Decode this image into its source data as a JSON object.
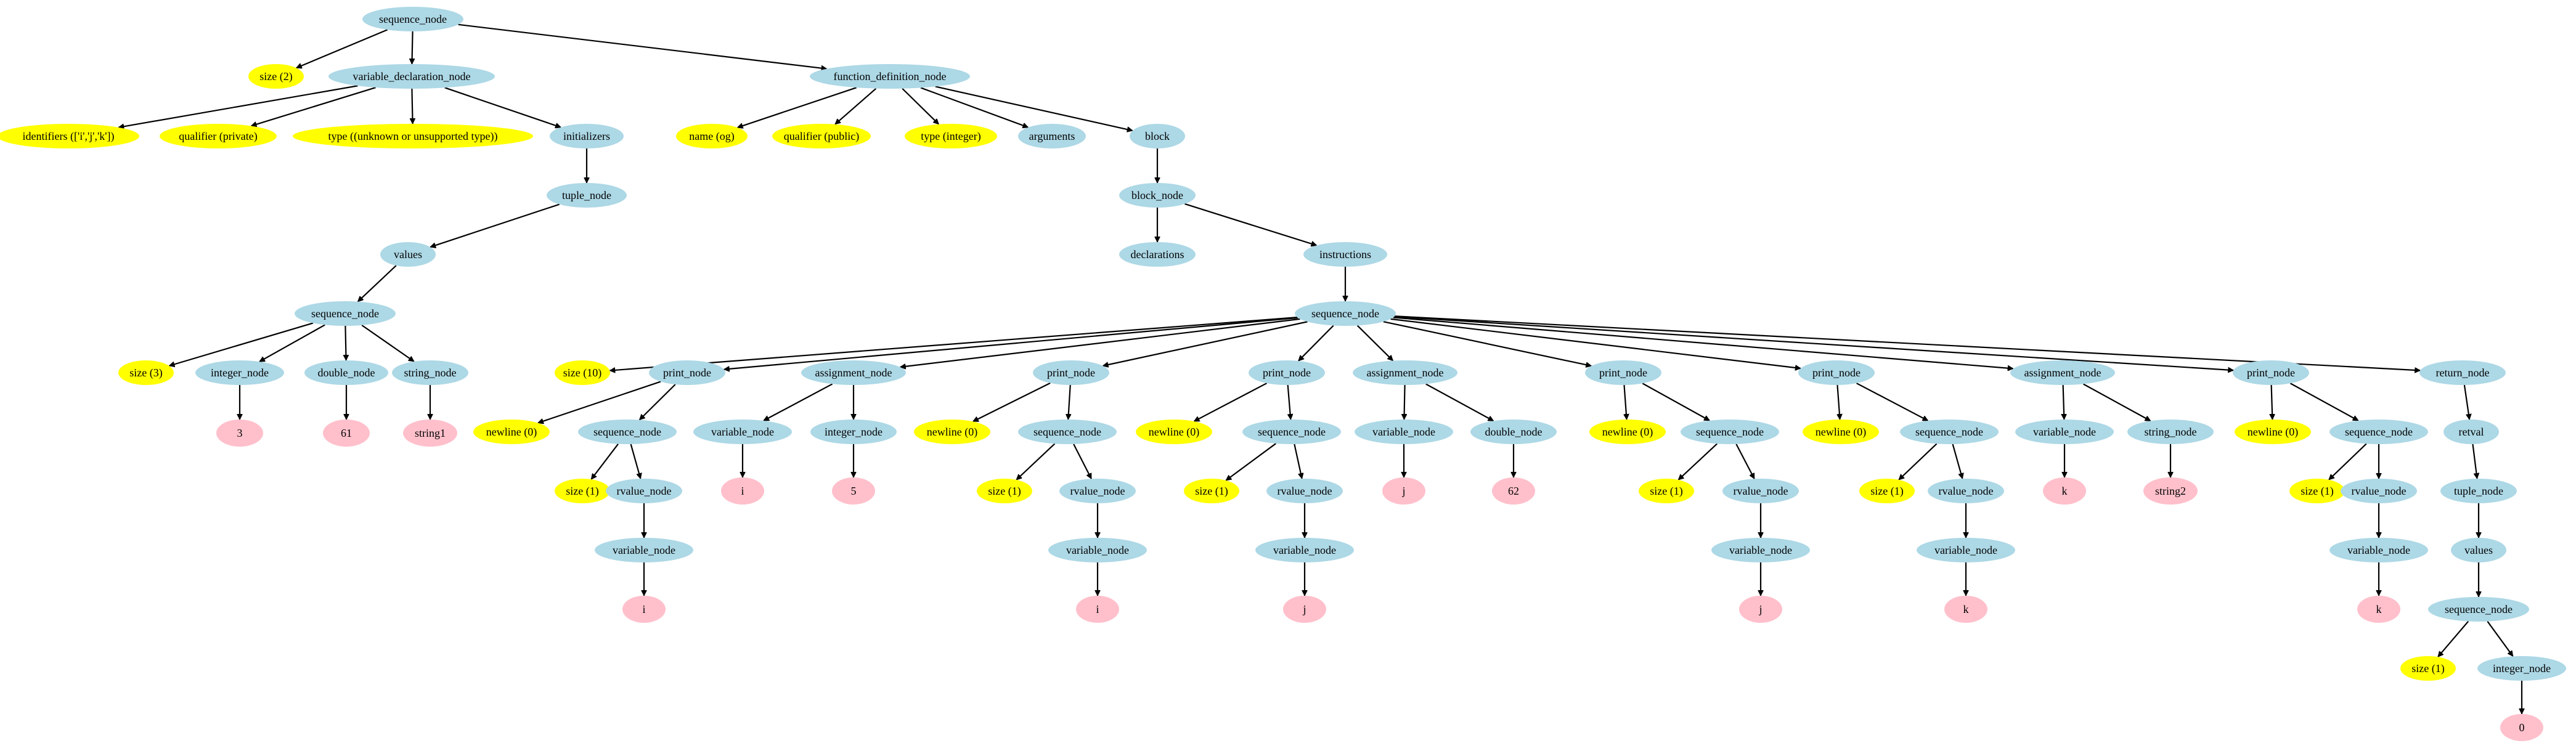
{
  "diagram": {
    "type": "tree",
    "colors": {
      "internal": "#add8e6",
      "attribute": "#ffff00",
      "leaf": "#ffc0cb",
      "edge": "#000000"
    },
    "nodes": [
      {
        "id": "n0",
        "label": "sequence_node",
        "kind": "internal"
      },
      {
        "id": "n1",
        "label": "size (2)",
        "kind": "attribute"
      },
      {
        "id": "n2",
        "label": "variable_declaration_node",
        "kind": "internal"
      },
      {
        "id": "n3",
        "label": "function_definition_node",
        "kind": "internal"
      },
      {
        "id": "n4",
        "label": "identifiers (['i','j','k'])",
        "kind": "attribute"
      },
      {
        "id": "n5",
        "label": "qualifier (private)",
        "kind": "attribute"
      },
      {
        "id": "n6",
        "label": "type ((unknown or unsupported type))",
        "kind": "attribute"
      },
      {
        "id": "n7",
        "label": "initializers",
        "kind": "internal"
      },
      {
        "id": "n8",
        "label": "tuple_node",
        "kind": "internal"
      },
      {
        "id": "n9",
        "label": "values",
        "kind": "internal"
      },
      {
        "id": "n10",
        "label": "sequence_node",
        "kind": "internal"
      },
      {
        "id": "n11",
        "label": "size (3)",
        "kind": "attribute"
      },
      {
        "id": "n12",
        "label": "integer_node",
        "kind": "internal"
      },
      {
        "id": "n13",
        "label": "double_node",
        "kind": "internal"
      },
      {
        "id": "n14",
        "label": "string_node",
        "kind": "internal"
      },
      {
        "id": "n15",
        "label": "3",
        "kind": "leaf"
      },
      {
        "id": "n16",
        "label": "61",
        "kind": "leaf"
      },
      {
        "id": "n17",
        "label": "string1",
        "kind": "leaf"
      },
      {
        "id": "n18",
        "label": "name (og)",
        "kind": "attribute"
      },
      {
        "id": "n19",
        "label": "qualifier (public)",
        "kind": "attribute"
      },
      {
        "id": "n20",
        "label": "type (integer)",
        "kind": "attribute"
      },
      {
        "id": "n21",
        "label": "arguments",
        "kind": "internal"
      },
      {
        "id": "n22",
        "label": "block",
        "kind": "internal"
      },
      {
        "id": "n23",
        "label": "block_node",
        "kind": "internal"
      },
      {
        "id": "n24",
        "label": "declarations",
        "kind": "internal"
      },
      {
        "id": "n25",
        "label": "instructions",
        "kind": "internal"
      },
      {
        "id": "n26",
        "label": "sequence_node",
        "kind": "internal"
      },
      {
        "id": "n27",
        "label": "size (10)",
        "kind": "attribute"
      },
      {
        "id": "n28",
        "label": "print_node",
        "kind": "internal"
      },
      {
        "id": "n29",
        "label": "newline (0)",
        "kind": "attribute"
      },
      {
        "id": "n30",
        "label": "sequence_node",
        "kind": "internal"
      },
      {
        "id": "n31",
        "label": "size (1)",
        "kind": "attribute"
      },
      {
        "id": "n32",
        "label": "rvalue_node",
        "kind": "internal"
      },
      {
        "id": "n33",
        "label": "variable_node",
        "kind": "internal"
      },
      {
        "id": "n34",
        "label": "i",
        "kind": "leaf"
      },
      {
        "id": "n35",
        "label": "assignment_node",
        "kind": "internal"
      },
      {
        "id": "n36",
        "label": "variable_node",
        "kind": "internal"
      },
      {
        "id": "n37",
        "label": "i",
        "kind": "leaf"
      },
      {
        "id": "n38",
        "label": "integer_node",
        "kind": "internal"
      },
      {
        "id": "n39",
        "label": "5",
        "kind": "leaf"
      },
      {
        "id": "n40",
        "label": "print_node",
        "kind": "internal"
      },
      {
        "id": "n41",
        "label": "newline (0)",
        "kind": "attribute"
      },
      {
        "id": "n42",
        "label": "sequence_node",
        "kind": "internal"
      },
      {
        "id": "n43",
        "label": "size (1)",
        "kind": "attribute"
      },
      {
        "id": "n44",
        "label": "rvalue_node",
        "kind": "internal"
      },
      {
        "id": "n45",
        "label": "variable_node",
        "kind": "internal"
      },
      {
        "id": "n46",
        "label": "i",
        "kind": "leaf"
      },
      {
        "id": "n47",
        "label": "print_node",
        "kind": "internal"
      },
      {
        "id": "n48",
        "label": "newline (0)",
        "kind": "attribute"
      },
      {
        "id": "n49",
        "label": "sequence_node",
        "kind": "internal"
      },
      {
        "id": "n50",
        "label": "size (1)",
        "kind": "attribute"
      },
      {
        "id": "n51",
        "label": "rvalue_node",
        "kind": "internal"
      },
      {
        "id": "n52",
        "label": "variable_node",
        "kind": "internal"
      },
      {
        "id": "n53",
        "label": "j",
        "kind": "leaf"
      },
      {
        "id": "n54",
        "label": "assignment_node",
        "kind": "internal"
      },
      {
        "id": "n55",
        "label": "variable_node",
        "kind": "internal"
      },
      {
        "id": "n56",
        "label": "j",
        "kind": "leaf"
      },
      {
        "id": "n57",
        "label": "double_node",
        "kind": "internal"
      },
      {
        "id": "n58",
        "label": "62",
        "kind": "leaf"
      },
      {
        "id": "n59",
        "label": "print_node",
        "kind": "internal"
      },
      {
        "id": "n60",
        "label": "newline (0)",
        "kind": "attribute"
      },
      {
        "id": "n61",
        "label": "sequence_node",
        "kind": "internal"
      },
      {
        "id": "n62",
        "label": "size (1)",
        "kind": "attribute"
      },
      {
        "id": "n63",
        "label": "rvalue_node",
        "kind": "internal"
      },
      {
        "id": "n64",
        "label": "variable_node",
        "kind": "internal"
      },
      {
        "id": "n65",
        "label": "j",
        "kind": "leaf"
      },
      {
        "id": "n66",
        "label": "print_node",
        "kind": "internal"
      },
      {
        "id": "n67",
        "label": "newline (0)",
        "kind": "attribute"
      },
      {
        "id": "n68",
        "label": "sequence_node",
        "kind": "internal"
      },
      {
        "id": "n69",
        "label": "size (1)",
        "kind": "attribute"
      },
      {
        "id": "n70",
        "label": "rvalue_node",
        "kind": "internal"
      },
      {
        "id": "n71",
        "label": "variable_node",
        "kind": "internal"
      },
      {
        "id": "n72",
        "label": "k",
        "kind": "leaf"
      },
      {
        "id": "n73",
        "label": "assignment_node",
        "kind": "internal"
      },
      {
        "id": "n74",
        "label": "variable_node",
        "kind": "internal"
      },
      {
        "id": "n75",
        "label": "k",
        "kind": "leaf"
      },
      {
        "id": "n76",
        "label": "string_node",
        "kind": "internal"
      },
      {
        "id": "n77",
        "label": "string2",
        "kind": "leaf"
      },
      {
        "id": "n78",
        "label": "print_node",
        "kind": "internal"
      },
      {
        "id": "n79",
        "label": "newline (0)",
        "kind": "attribute"
      },
      {
        "id": "n80",
        "label": "sequence_node",
        "kind": "internal"
      },
      {
        "id": "n81",
        "label": "size (1)",
        "kind": "attribute"
      },
      {
        "id": "n82",
        "label": "rvalue_node",
        "kind": "internal"
      },
      {
        "id": "n83",
        "label": "variable_node",
        "kind": "internal"
      },
      {
        "id": "n84",
        "label": "k",
        "kind": "leaf"
      },
      {
        "id": "n85",
        "label": "return_node",
        "kind": "internal"
      },
      {
        "id": "n86",
        "label": "retval",
        "kind": "internal"
      },
      {
        "id": "n87",
        "label": "tuple_node",
        "kind": "internal"
      },
      {
        "id": "n88",
        "label": "values",
        "kind": "internal"
      },
      {
        "id": "n89",
        "label": "sequence_node",
        "kind": "internal"
      },
      {
        "id": "n90",
        "label": "size (1)",
        "kind": "attribute"
      },
      {
        "id": "n91",
        "label": "integer_node",
        "kind": "internal"
      },
      {
        "id": "n92",
        "label": "0",
        "kind": "leaf"
      }
    ],
    "edges": [
      [
        "n0",
        "n1"
      ],
      [
        "n0",
        "n2"
      ],
      [
        "n0",
        "n3"
      ],
      [
        "n2",
        "n4"
      ],
      [
        "n2",
        "n5"
      ],
      [
        "n2",
        "n6"
      ],
      [
        "n2",
        "n7"
      ],
      [
        "n7",
        "n8"
      ],
      [
        "n8",
        "n9"
      ],
      [
        "n9",
        "n10"
      ],
      [
        "n10",
        "n11"
      ],
      [
        "n10",
        "n12"
      ],
      [
        "n10",
        "n13"
      ],
      [
        "n10",
        "n14"
      ],
      [
        "n12",
        "n15"
      ],
      [
        "n13",
        "n16"
      ],
      [
        "n14",
        "n17"
      ],
      [
        "n3",
        "n18"
      ],
      [
        "n3",
        "n19"
      ],
      [
        "n3",
        "n20"
      ],
      [
        "n3",
        "n21"
      ],
      [
        "n3",
        "n22"
      ],
      [
        "n22",
        "n23"
      ],
      [
        "n23",
        "n24"
      ],
      [
        "n23",
        "n25"
      ],
      [
        "n25",
        "n26"
      ],
      [
        "n26",
        "n27"
      ],
      [
        "n26",
        "n28"
      ],
      [
        "n26",
        "n35"
      ],
      [
        "n26",
        "n40"
      ],
      [
        "n26",
        "n47"
      ],
      [
        "n26",
        "n54"
      ],
      [
        "n26",
        "n59"
      ],
      [
        "n26",
        "n66"
      ],
      [
        "n26",
        "n73"
      ],
      [
        "n26",
        "n78"
      ],
      [
        "n26",
        "n85"
      ],
      [
        "n28",
        "n29"
      ],
      [
        "n28",
        "n30"
      ],
      [
        "n30",
        "n31"
      ],
      [
        "n30",
        "n32"
      ],
      [
        "n32",
        "n33"
      ],
      [
        "n33",
        "n34"
      ],
      [
        "n35",
        "n36"
      ],
      [
        "n35",
        "n38"
      ],
      [
        "n36",
        "n37"
      ],
      [
        "n38",
        "n39"
      ],
      [
        "n40",
        "n41"
      ],
      [
        "n40",
        "n42"
      ],
      [
        "n42",
        "n43"
      ],
      [
        "n42",
        "n44"
      ],
      [
        "n44",
        "n45"
      ],
      [
        "n45",
        "n46"
      ],
      [
        "n47",
        "n48"
      ],
      [
        "n47",
        "n49"
      ],
      [
        "n49",
        "n50"
      ],
      [
        "n49",
        "n51"
      ],
      [
        "n51",
        "n52"
      ],
      [
        "n52",
        "n53"
      ],
      [
        "n54",
        "n55"
      ],
      [
        "n54",
        "n57"
      ],
      [
        "n55",
        "n56"
      ],
      [
        "n57",
        "n58"
      ],
      [
        "n59",
        "n60"
      ],
      [
        "n59",
        "n61"
      ],
      [
        "n61",
        "n62"
      ],
      [
        "n61",
        "n63"
      ],
      [
        "n63",
        "n64"
      ],
      [
        "n64",
        "n65"
      ],
      [
        "n66",
        "n67"
      ],
      [
        "n66",
        "n68"
      ],
      [
        "n68",
        "n69"
      ],
      [
        "n68",
        "n70"
      ],
      [
        "n70",
        "n71"
      ],
      [
        "n71",
        "n72"
      ],
      [
        "n73",
        "n74"
      ],
      [
        "n73",
        "n76"
      ],
      [
        "n74",
        "n75"
      ],
      [
        "n76",
        "n77"
      ],
      [
        "n78",
        "n79"
      ],
      [
        "n78",
        "n80"
      ],
      [
        "n80",
        "n81"
      ],
      [
        "n80",
        "n82"
      ],
      [
        "n82",
        "n83"
      ],
      [
        "n83",
        "n84"
      ],
      [
        "n85",
        "n86"
      ],
      [
        "n86",
        "n87"
      ],
      [
        "n87",
        "n88"
      ],
      [
        "n88",
        "n89"
      ],
      [
        "n89",
        "n90"
      ],
      [
        "n89",
        "n91"
      ],
      [
        "n91",
        "n92"
      ]
    ]
  }
}
